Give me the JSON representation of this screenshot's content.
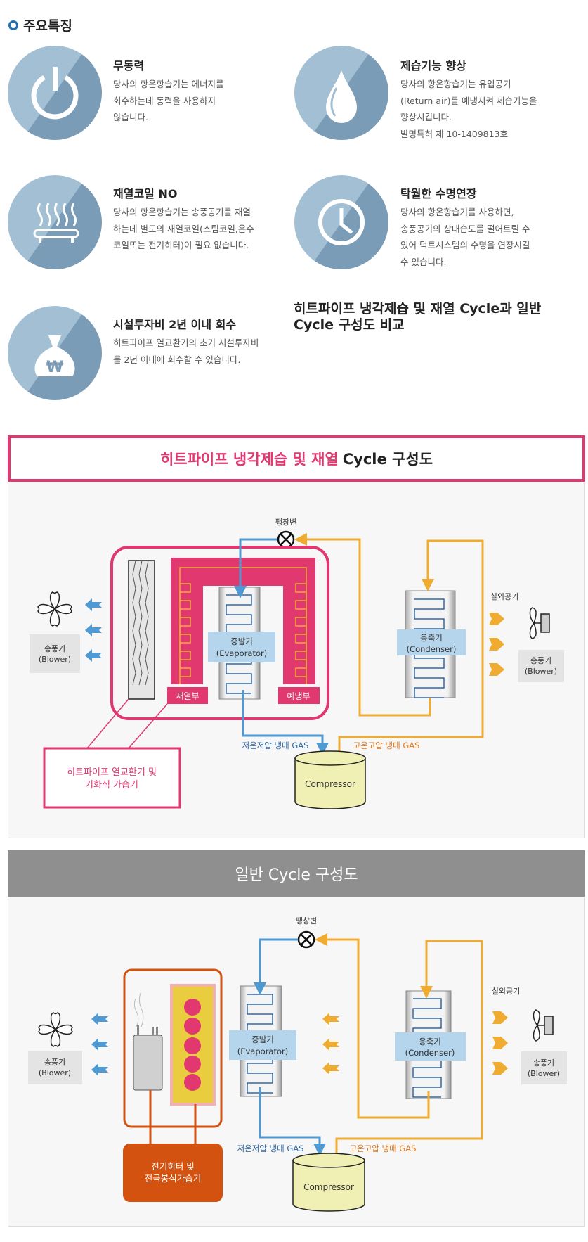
{
  "section_title": "주요특징",
  "features": [
    {
      "title": "무동력",
      "lines": [
        "당사의 항온항습기는 에너지를",
        "회수하는데 동력을 사용하지",
        "않습니다."
      ],
      "icon": "power-icon"
    },
    {
      "title": "제습기능 향상",
      "lines": [
        "당사의 항온항습기는 유입공기",
        "(Return air)를 예냉시켜 제습기능을",
        "향상시킵니다.",
        "발명특허 제 10-1409813호"
      ],
      "icon": "water-drop-icon"
    },
    {
      "title": "재열코일 NO",
      "lines": [
        "당사의 항온항습기는 송풍공기를 재열",
        "하는데 별도의 재열코일(스팀코일,온수",
        "코일또는 전기히터)이 필요 없습니다."
      ],
      "icon": "heater-coil-icon"
    },
    {
      "title": "탁월한 수명연장",
      "lines": [
        "당사의 항온항습기를 사용하면,",
        "송풍공기의 상대습도를 떨어트릴 수",
        "있어 덕트시스템의 수명을 연장시킬",
        "수 있습니다."
      ],
      "icon": "clock-icon"
    },
    {
      "title": "시설투자비 2년 이내 회수",
      "lines": [
        "히트파이프 열교환기의 초기 시설투자비",
        "를 2년 이내에 회수할 수 있습니다."
      ],
      "icon": "money-bag-icon"
    }
  ],
  "comparison_heading": [
    "히트파이프 냉각제습 및 재열 Cycle과 일반",
    "Cycle 구성도 비교"
  ],
  "diagram1": {
    "title_pink": "히트파이프 냉각제습 및 재열 ",
    "title_dark": "Cycle 구성도",
    "valve": "팽창변",
    "evaporator": [
      "증발기",
      "(Evaporator)"
    ],
    "condenser": [
      "응축기",
      "(Condenser)"
    ],
    "reheat": "재열부",
    "precool": "예냉부",
    "outdoor_air": "실외공기",
    "blower": [
      "송풍기",
      "(Blower)"
    ],
    "low_gas": "저온저압 냉매 GAS",
    "high_gas": "고온고압 냉매 GAS",
    "compressor": "Compressor",
    "hp_box": [
      "히트파이프 열교환기 및",
      "기화식 가습기"
    ]
  },
  "diagram2": {
    "title": "일반 Cycle 구성도",
    "valve": "팽창변",
    "evaporator": [
      "증발기",
      "(Evaporator)"
    ],
    "condenser": [
      "응축기",
      "(Condenser)"
    ],
    "outdoor_air": "실외공기",
    "blower": [
      "송풍기",
      "(Blower)"
    ],
    "low_gas": "저온저압 냉매 GAS",
    "high_gas": "고온고압 냉매 GAS",
    "compressor": "Compressor",
    "heater_box": [
      "전기히터 및",
      "전극봉식가습기"
    ]
  },
  "colors": {
    "pink": "#e0386f",
    "blue": "#4f9ad3",
    "orange": "#f0ac30",
    "heater": "#d4520f",
    "circle_light": "#a3bfd3",
    "circle_dark": "#7b9cb7"
  }
}
